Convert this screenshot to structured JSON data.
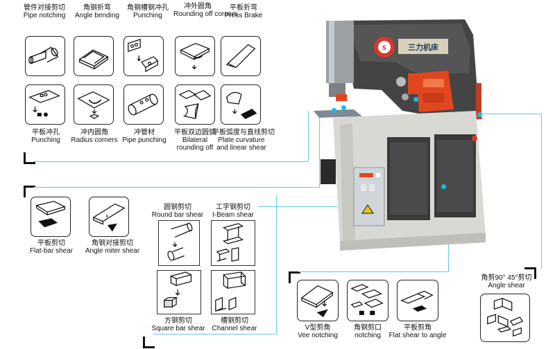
{
  "groups": {
    "top": [
      {
        "zh": "管件对接剪切",
        "en": "Pipe notching"
      },
      {
        "zh": "角钢折弯",
        "en": "Angle bending"
      },
      {
        "zh": "角钢槽钢冲孔",
        "en": "Punching"
      },
      {
        "zh": "冲外圆角",
        "en": "Rounding off corners"
      },
      {
        "zh": "平板折弯",
        "en": "Press Brake"
      }
    ],
    "second": [
      {
        "zh": "平板冲孔",
        "en": "Punching"
      },
      {
        "zh": "冲内圆角",
        "en": "Radius corners"
      },
      {
        "zh": "冲管材",
        "en": "Pipe punching"
      },
      {
        "zh": "平板双边圆弧",
        "en": "Bilateral rounding off"
      },
      {
        "zh": "平板弧度与直线剪切",
        "en": "Plate curvature and linear shear"
      }
    ],
    "mid_left": [
      {
        "zh": "平板剪切",
        "en": "Flat-bar shear"
      },
      {
        "zh": "角钢对接剪切",
        "en": "Angle miter shear"
      }
    ],
    "mid_right": [
      {
        "zh": "圆钢剪切",
        "en": "Round bar shear"
      },
      {
        "zh": "工字钢剪切",
        "en": "I-Beam shear"
      },
      {
        "zh": "方钢剪切",
        "en": "Square bar shear"
      },
      {
        "zh": "槽钢剪切",
        "en": "Channel shear"
      }
    ],
    "bottom": [
      {
        "zh": "V型剪角",
        "en": "Vee notching"
      },
      {
        "zh": "角钢剪口",
        "en": "notching"
      },
      {
        "zh": "平板剪角",
        "en": "Flat shear to angle"
      }
    ],
    "angle": {
      "zh": "角剪90° 45°剪切",
      "en": "Angle shear"
    }
  },
  "machine": {
    "brand_text": "三力机床",
    "accent_red": "#e0471f",
    "body_grey": "#d9d9d4",
    "dark": "#3b3b3b"
  },
  "colors": {
    "connector": "#5ec8e8",
    "dot": "#1fb7ea"
  }
}
